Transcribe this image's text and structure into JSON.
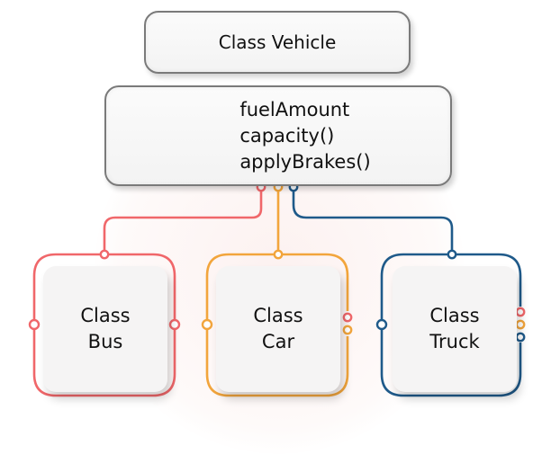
{
  "diagram": {
    "parent": {
      "title": "Class Vehicle",
      "members": [
        "fuelAmount",
        "capacity()",
        "applyBrakes()"
      ]
    },
    "children": [
      {
        "line1": "Class",
        "line2": "Bus",
        "color": "#f0676a"
      },
      {
        "line1": "Class",
        "line2": "Car",
        "color": "#f2a53c"
      },
      {
        "line1": "Class",
        "line2": "Truck",
        "color": "#1f5a8a"
      }
    ],
    "colors": {
      "border": "#7a7a7a",
      "red": "#f0676a",
      "orange": "#f2a53c",
      "blue": "#1f5a8a"
    }
  }
}
